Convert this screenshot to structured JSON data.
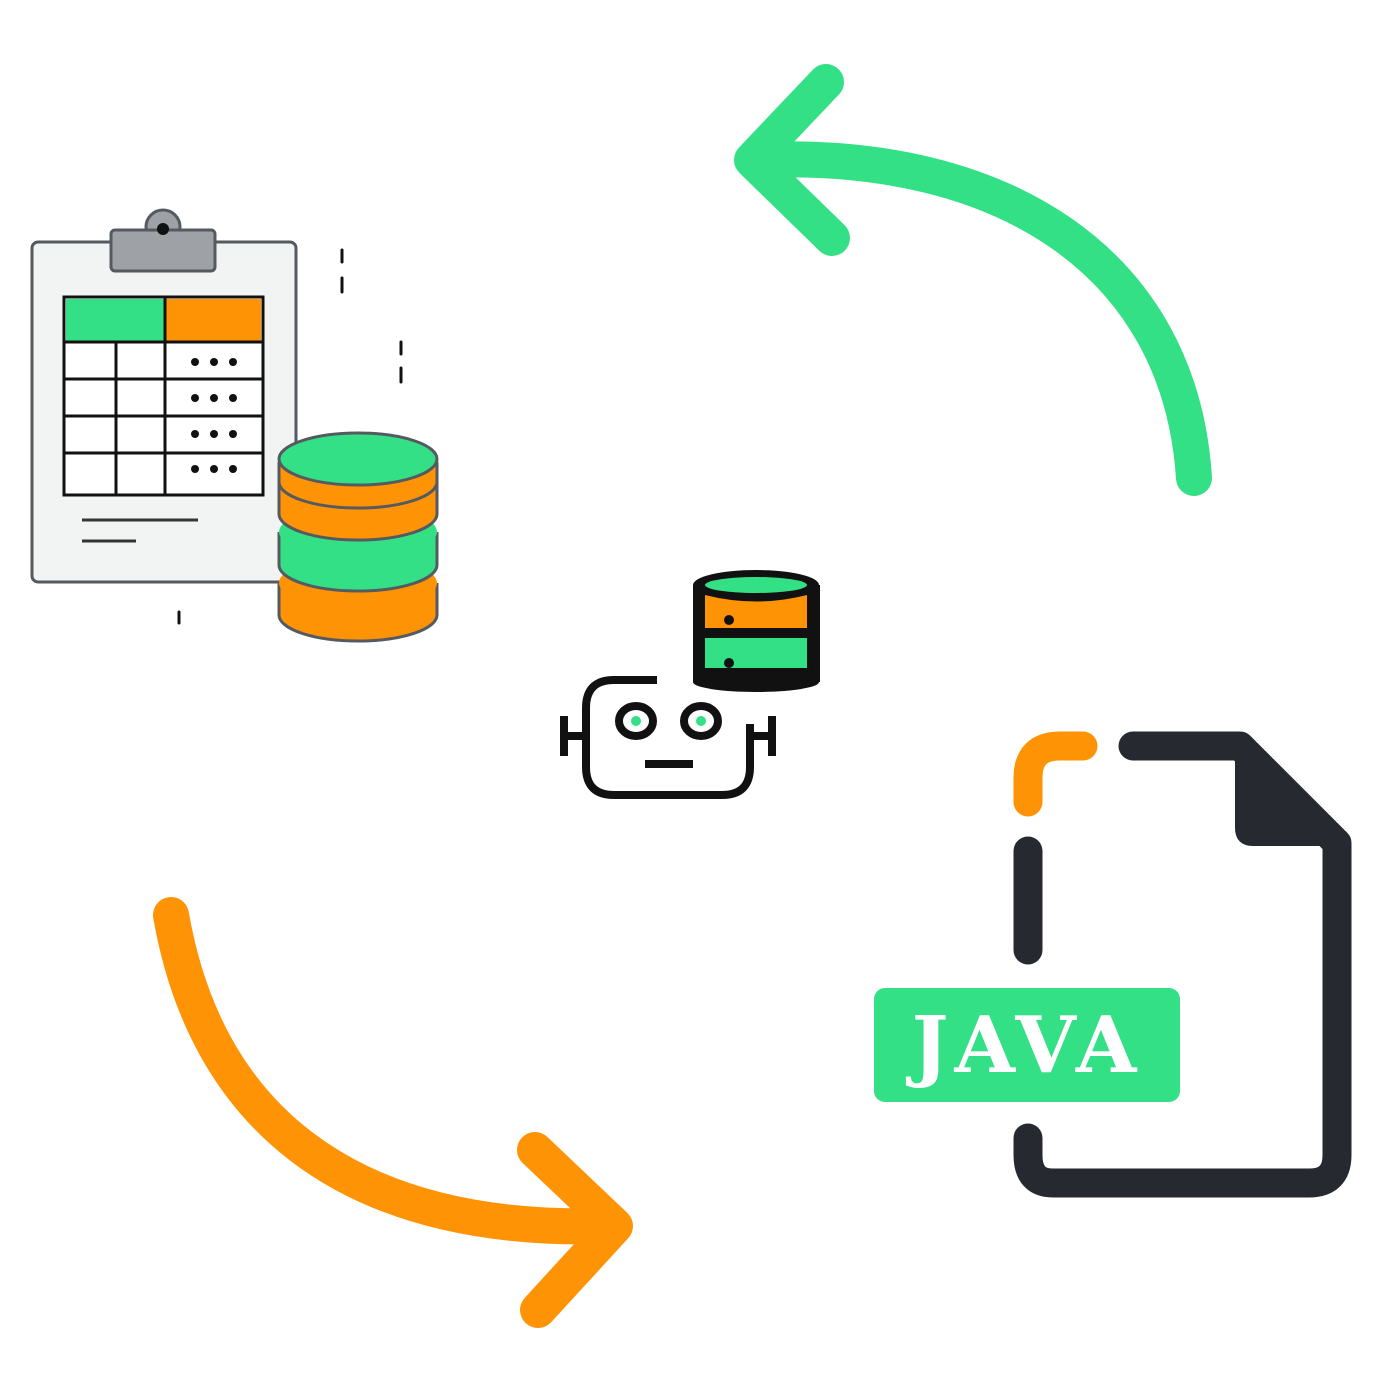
{
  "diagram": {
    "nodes": {
      "data_sheet": {
        "icon": "clipboard-table-database-icon"
      },
      "ai_engine": {
        "icon": "robot-database-icon"
      },
      "java_file": {
        "icon": "java-file-icon",
        "label": "JAVA"
      }
    },
    "edges": [
      {
        "from": "java_file",
        "to": "data_sheet",
        "icon": "curved-arrow-icon",
        "color": "#33e086"
      },
      {
        "from": "data_sheet",
        "to": "java_file",
        "icon": "curved-arrow-icon",
        "color": "#ff9306"
      }
    ]
  },
  "colors": {
    "green": "#33e086",
    "orange": "#ff9306",
    "dark": "#262a30",
    "outline": "#555a60",
    "paper": "#f2f3f3",
    "clip": "#9ea1a5"
  }
}
